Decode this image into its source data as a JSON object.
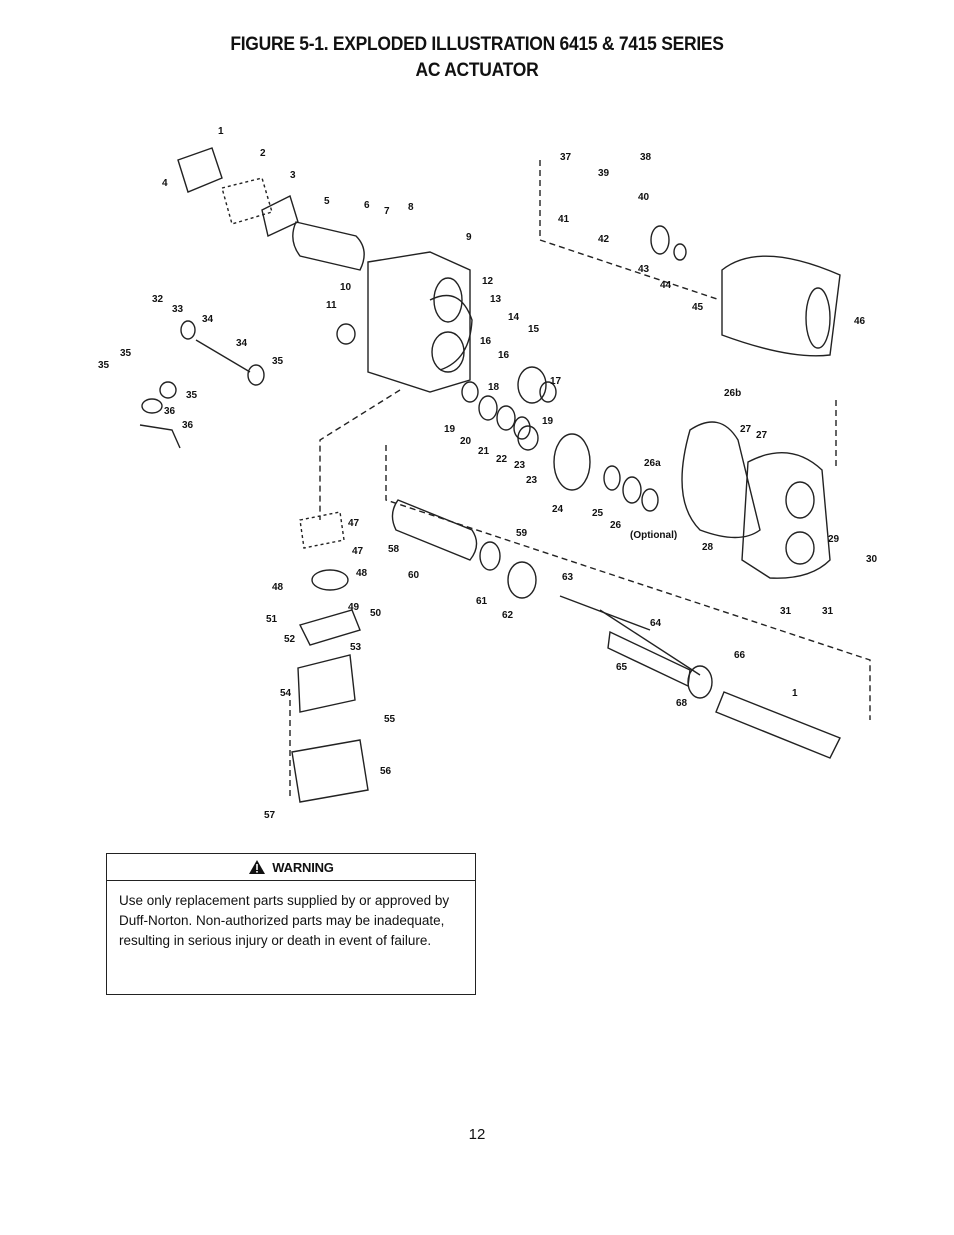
{
  "title_line1": "FIGURE 5-1. EXPLODED ILLUSTRATION 6415 & 7415 SERIES",
  "title_line2": "AC ACTUATOR",
  "callouts": [
    "1",
    "2",
    "3",
    "4",
    "5",
    "6",
    "7",
    "8",
    "9",
    "10",
    "11",
    "12",
    "13",
    "14",
    "15",
    "16",
    "16",
    "17",
    "18",
    "19",
    "19",
    "20",
    "21",
    "22",
    "23",
    "23",
    "24",
    "25",
    "26",
    "(Optional)",
    "26a",
    "26b",
    "27",
    "27",
    "28",
    "29",
    "30",
    "31",
    "31",
    "32",
    "33",
    "34",
    "34",
    "35",
    "35",
    "35",
    "35",
    "36",
    "36",
    "37",
    "38",
    "39",
    "40",
    "41",
    "42",
    "43",
    "44",
    "45",
    "46",
    "47",
    "47",
    "48",
    "48",
    "49",
    "50",
    "51",
    "52",
    "53",
    "54",
    "55",
    "56",
    "57",
    "58",
    "59",
    "60",
    "61",
    "62",
    "63",
    "64",
    "65",
    "66",
    "68",
    "1"
  ],
  "warning": {
    "heading": "WARNING",
    "icon": "warning-triangle-icon",
    "body": "Use only replacement parts supplied by or approved by Duff-Norton.  Non-authorized parts may be inadequate, resulting in serious injury or death in event of failure."
  },
  "page_number": "12"
}
